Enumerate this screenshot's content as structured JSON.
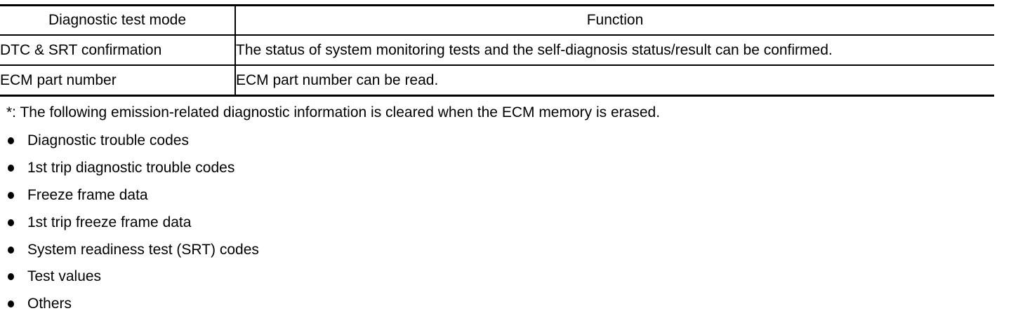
{
  "table": {
    "col1_header": "Diagnostic test mode",
    "col2_header": "Function",
    "rows": [
      {
        "mode": "DTC & SRT confirmation",
        "function": "The status of system monitoring tests and the self-diagnosis status/result can be confirmed."
      },
      {
        "mode": "ECM part number",
        "function": "ECM part number can be read."
      }
    ]
  },
  "footnote": "*: The following emission-related diagnostic information is cleared when the ECM memory is erased.",
  "list": {
    "items": [
      "Diagnostic trouble codes",
      "1st trip diagnostic trouble codes",
      "Freeze frame data",
      "1st trip freeze frame data",
      "System readiness test (SRT) codes",
      "Test values",
      "Others"
    ]
  },
  "colors": {
    "text": "#000000",
    "background": "#ffffff",
    "border": "#000000"
  }
}
